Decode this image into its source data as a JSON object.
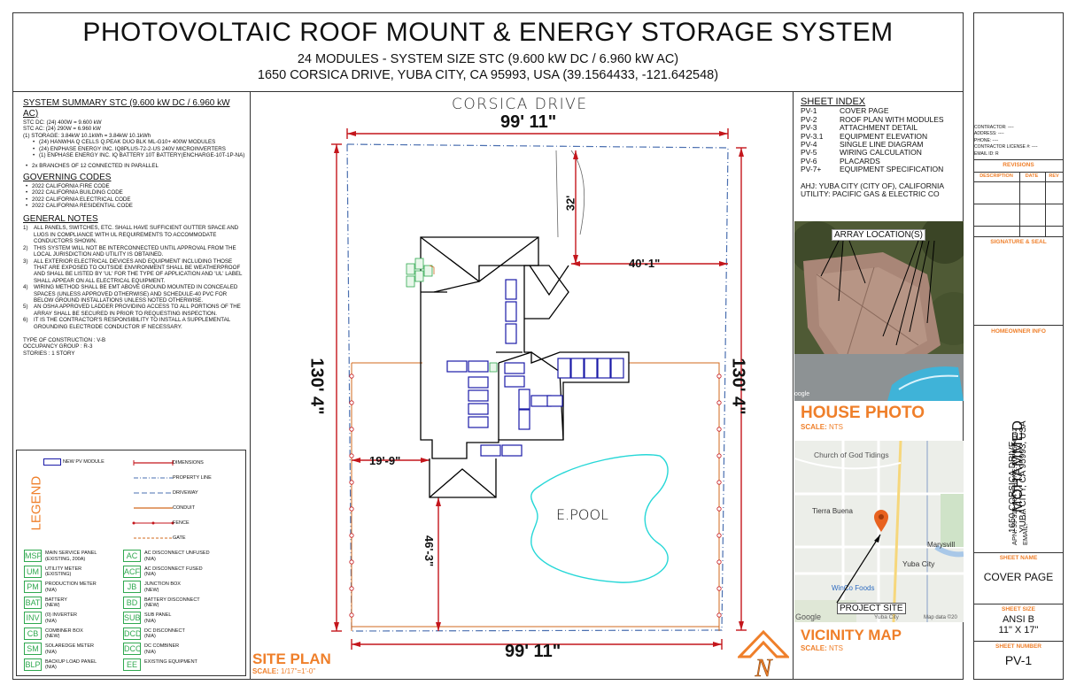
{
  "header": {
    "title": "PHOTOVOLTAIC ROOF MOUNT & ENERGY STORAGE SYSTEM",
    "line1": "24 MODULES - SYSTEM SIZE STC (9.600 kW DC / 6.960 kW AC)",
    "line2": "1650 CORSICA DRIVE, YUBA CITY, CA 95993, USA (39.1564433, -121.642548)"
  },
  "summary": {
    "heading": "SYSTEM SUMMARY STC (9.600 kW DC / 6.960 kW AC)",
    "lines": [
      "STC DC: (24) 400W = 9.600 kW",
      "STC AC: (24) 290W = 6.960 kW"
    ],
    "storage": "(1)   STORAGE: 3.84kW 10.1kWh = 3.84kW 10.1kWh",
    "bullets": [
      "(24) HANWHA Q CELLS Q.PEAK DUO BLK ML-G10+ 400W MODULES",
      "(24) ENPHASE ENERGY INC. IQ8PLUS-72-2-US 240V MICROINVERTERS",
      "(1) ENPHASE ENERGY INC. IQ BATTERY 10T BATTERY(ENCHARGE-10T-1P-NA)"
    ],
    "branches": "2x BRANCHES OF 12 CONNECTED IN PARALLEL"
  },
  "codes": {
    "heading": "GOVERNING CODES",
    "items": [
      "2022 CALIFORNIA FIRE CODE",
      "2022 CALIFORNIA BUILDING CODE",
      "2022 CALIFORNIA ELECTRICAL CODE",
      "2022 CALIFORNIA RESIDENTIAL CODE"
    ]
  },
  "notes": {
    "heading": "GENERAL NOTES",
    "items": [
      "ALL PANELS, SWITCHES, ETC. SHALL HAVE SUFFICIENT GUTTER SPACE AND LUGS IN COMPLIANCE WITH UL REQUIREMENTS TO ACCOMMODATE CONDUCTORS SHOWN.",
      "THIS SYSTEM WILL NOT BE INTERCONNECTED UNTIL APPROVAL FROM THE LOCAL JURISDICTION AND UTILITY IS OBTAINED.",
      "ALL EXTERIOR ELECTRICAL DEVICES AND EQUIPMENT INCLUDING THOSE THAT ARE EXPOSED TO OUTSIDE ENVIRONMENT SHALL BE WEATHERPROOF AND SHALL BE LISTED BY 'UL' FOR THE TYPE OF APPLICATION AND 'UL' LABEL SHALL APPEAR ON ALL ELECTRICAL EQUIPMENT.",
      "WIRING METHOD SHALL BE EMT ABOVE GROUND MOUNTED IN CONCEALED SPACES (UNLESS APPROVED OTHERWISE) AND SCHEDULE-40 PVC FOR BELOW GROUND INSTALLATIONS UNLESS NOTED OTHERWISE.",
      "AN OSHA APPROVED LADDER PROVIDING ACCESS TO ALL PORTIONS OF THE ARRAY SHALL BE SECURED IN PRIOR TO REQUESTING INSPECTION.",
      "IT IS THE CONTRACTOR'S RESPONSIBILITY TO INSTALL A SUPPLEMENTAL GROUNDING ELECTRODE CONDUCTOR IF NECESSARY."
    ],
    "numbers": [
      "1)",
      "2)",
      "3)",
      "4)",
      "5)",
      "6)"
    ]
  },
  "construction": [
    "TYPE OF CONSTRUCTION : V-B",
    "OCCUPANCY GROUP : R-3",
    "STORIES : 1 STORY"
  ],
  "legend": {
    "title": "LEGEND",
    "pv_module": "NEW PV MODULE",
    "lines": [
      "DIMENSIONS",
      "PROPERTY LINE",
      "DRIVEWAY",
      "CONDUIT",
      "FENCE",
      "GATE"
    ],
    "left": [
      {
        "abbr": "MSP",
        "text": "MAIN SERVICE PANEL",
        "note": "(EXISTING, 200A)"
      },
      {
        "abbr": "UM",
        "text": "UTILITY METER",
        "note": "(EXISTING)"
      },
      {
        "abbr": "PM",
        "text": "PRODUCTION METER",
        "note": "(N/A)"
      },
      {
        "abbr": "BAT",
        "text": "BATTERY",
        "note": "(NEW)"
      },
      {
        "abbr": "INV",
        "text": "(0) INVERTER",
        "note": "(N/A)"
      },
      {
        "abbr": "CB",
        "text": "COMBINER BOX",
        "note": "(NEW)"
      },
      {
        "abbr": "SM",
        "text": "SOLAREDGE METER",
        "note": "(N/A)"
      },
      {
        "abbr": "BLP",
        "text": "BACKUP LOAD PANEL",
        "note": "(N/A)"
      }
    ],
    "right": [
      {
        "abbr": "AC",
        "text": "AC DISCONNECT UNFUSED",
        "note": "(N/A)"
      },
      {
        "abbr": "ACF",
        "text": "AC DISCONNECT FUSED",
        "note": "(N/A)"
      },
      {
        "abbr": "JB",
        "text": "JUNCTION BOX",
        "note": "(NEW)"
      },
      {
        "abbr": "BD",
        "text": "BATTERY DISCONNECT",
        "note": "(NEW)"
      },
      {
        "abbr": "SUB",
        "text": "SUB PANEL",
        "note": "(N/A)"
      },
      {
        "abbr": "DCD",
        "text": "DC DISCONNECT",
        "note": "(N/A)"
      },
      {
        "abbr": "DCC",
        "text": "DC COMBINER",
        "note": "(N/A)"
      },
      {
        "abbr": "EE",
        "text": "EXISTING EQUIPMENT",
        "note": ""
      }
    ]
  },
  "site": {
    "street": "CORSICA DRIVE",
    "dim_top": "99' 11\"",
    "dim_bottom": "99' 11\"",
    "dim_left": "130' 4\"",
    "dim_right": "130' 4\"",
    "setback_top": "32'",
    "setback_right": "40'-1\"",
    "setback_left": "19'-9\"",
    "setback_bottom": "46'-3\"",
    "pool": "E.POOL",
    "title": "SITE PLAN",
    "scale_label": "SCALE:",
    "scale": "1/17\"=1'-0\"",
    "north": "N"
  },
  "sheet_index": {
    "heading": "SHEET INDEX",
    "rows": [
      [
        "PV-1",
        "COVER PAGE"
      ],
      [
        "PV-2",
        "ROOF PLAN WITH MODULES"
      ],
      [
        "PV-3",
        "ATTACHMENT DETAIL"
      ],
      [
        "PV-3.1",
        "EQUIPMENT ELEVATION"
      ],
      [
        "PV-4",
        "SINGLE LINE DIAGRAM"
      ],
      [
        "PV-5",
        "WIRING CALCULATION"
      ],
      [
        "PV-6",
        "PLACARDS"
      ],
      [
        "PV-7+",
        "EQUIPMENT SPECIFICATION"
      ]
    ],
    "ahj": "AHJ: YUBA CITY (CITY OF), CALIFORNIA",
    "utility": "UTILITY: PACIFIC GAS & ELECTRIC CO"
  },
  "photo": {
    "array_label": "ARRAY LOCATION(S)",
    "title": "HOUSE PHOTO",
    "scale_label": "SCALE:",
    "scale": "NTS",
    "credit": "oogle"
  },
  "vicinity": {
    "church": "Church of God Tidings",
    "tierra": "Tierra Buena",
    "yuba": "Yuba City",
    "marysville": "Marysvill",
    "winco": "WinCo Foods",
    "yuba_small": "Yuba City",
    "project_site": "PROJECT SITE",
    "credit": "Google",
    "data": "Map data ©20",
    "title": "VICINITY MAP",
    "scale_label": "SCALE:",
    "scale": "NTS"
  },
  "title_block": {
    "contractor": [
      "CONTRACTOR: ----",
      "ADDRESS: ----",
      "PHONE: ----",
      "CONTRACTOR LICENSE #: ----",
      "EMAIL ID: R"
    ],
    "revisions": "REVISIONS",
    "rev_cols": [
      "DESCRIPTION",
      "DATE",
      "REV"
    ],
    "signature": "SIGNATURE & SEAL",
    "homeowner": "HOMEOWNER INFO",
    "owner_name": "MOHAMMED",
    "owner_addr1": "1650 CORSICA DRIVE,",
    "owner_addr2": "YUBA CITY, CA 95993, USA",
    "owner_apn": "APN: 59-310-004    PHONE: 2076504142",
    "owner_email": "EMAIL: -----",
    "sheet_name_label": "SHEET NAME",
    "sheet_name": "COVER PAGE",
    "sheet_size_label": "SHEET SIZE",
    "sheet_size1": "ANSI B",
    "sheet_size2": "11\" X 17\"",
    "sheet_number_label": "SHEET NUMBER",
    "sheet_number": "PV-1"
  },
  "colors": {
    "dimension": "#c4161c",
    "conduit": "#d2691e",
    "module": "#1a1aa8",
    "property": "#4a6fb0",
    "pool": "#26d7d7",
    "legend_green": "#2fa84f",
    "orange": "#ef7f2a"
  }
}
